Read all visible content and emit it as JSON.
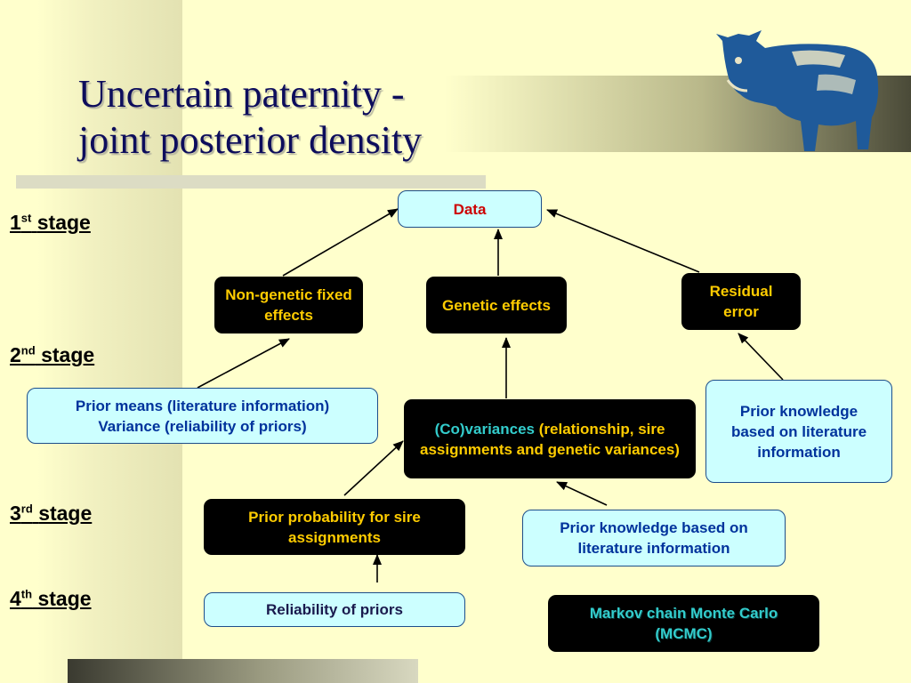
{
  "title": {
    "line1": "Uncertain paternity -",
    "line2": "joint posterior density"
  },
  "stages": [
    {
      "num": "1",
      "sup": "st",
      "word": "stage"
    },
    {
      "num": "2",
      "sup": "nd",
      "word": "stage"
    },
    {
      "num": "3",
      "sup": "rd",
      "word": "stage"
    },
    {
      "num": "4",
      "sup": "th",
      "word": "stage"
    }
  ],
  "nodes": {
    "data": "Data",
    "nongenetic": "Non-genetic fixed effects",
    "genetic": "Genetic effects",
    "residual": "Residual error",
    "prior_means": "Prior means (literature information)",
    "prior_variance": "Variance (reliability of priors)",
    "covariances_part1": "(Co)variances",
    "covariances_part2": "(relationship, sire assignments and genetic variances)",
    "prior_knowledge_residual": "Prior knowledge based on literature information",
    "prior_probability": "Prior probability for sire assignments",
    "prior_knowledge_cov": "Prior knowledge based on literature information",
    "reliability": "Reliability of priors",
    "mcmc": "Markov chain Monte Carlo (MCMC)"
  },
  "colors": {
    "background": "#ffffcc",
    "title": "#0d0d5c",
    "light_box_fill": "#ccffff",
    "light_box_text": "#00339c",
    "dark_box_fill": "#000000",
    "dark_box_text": "#ffcc00",
    "data_text": "#cc0000",
    "mcmc_text": "#33cccc",
    "bull": "#1f5a9a"
  },
  "icons": {
    "bull": "bull-clipart-icon"
  }
}
